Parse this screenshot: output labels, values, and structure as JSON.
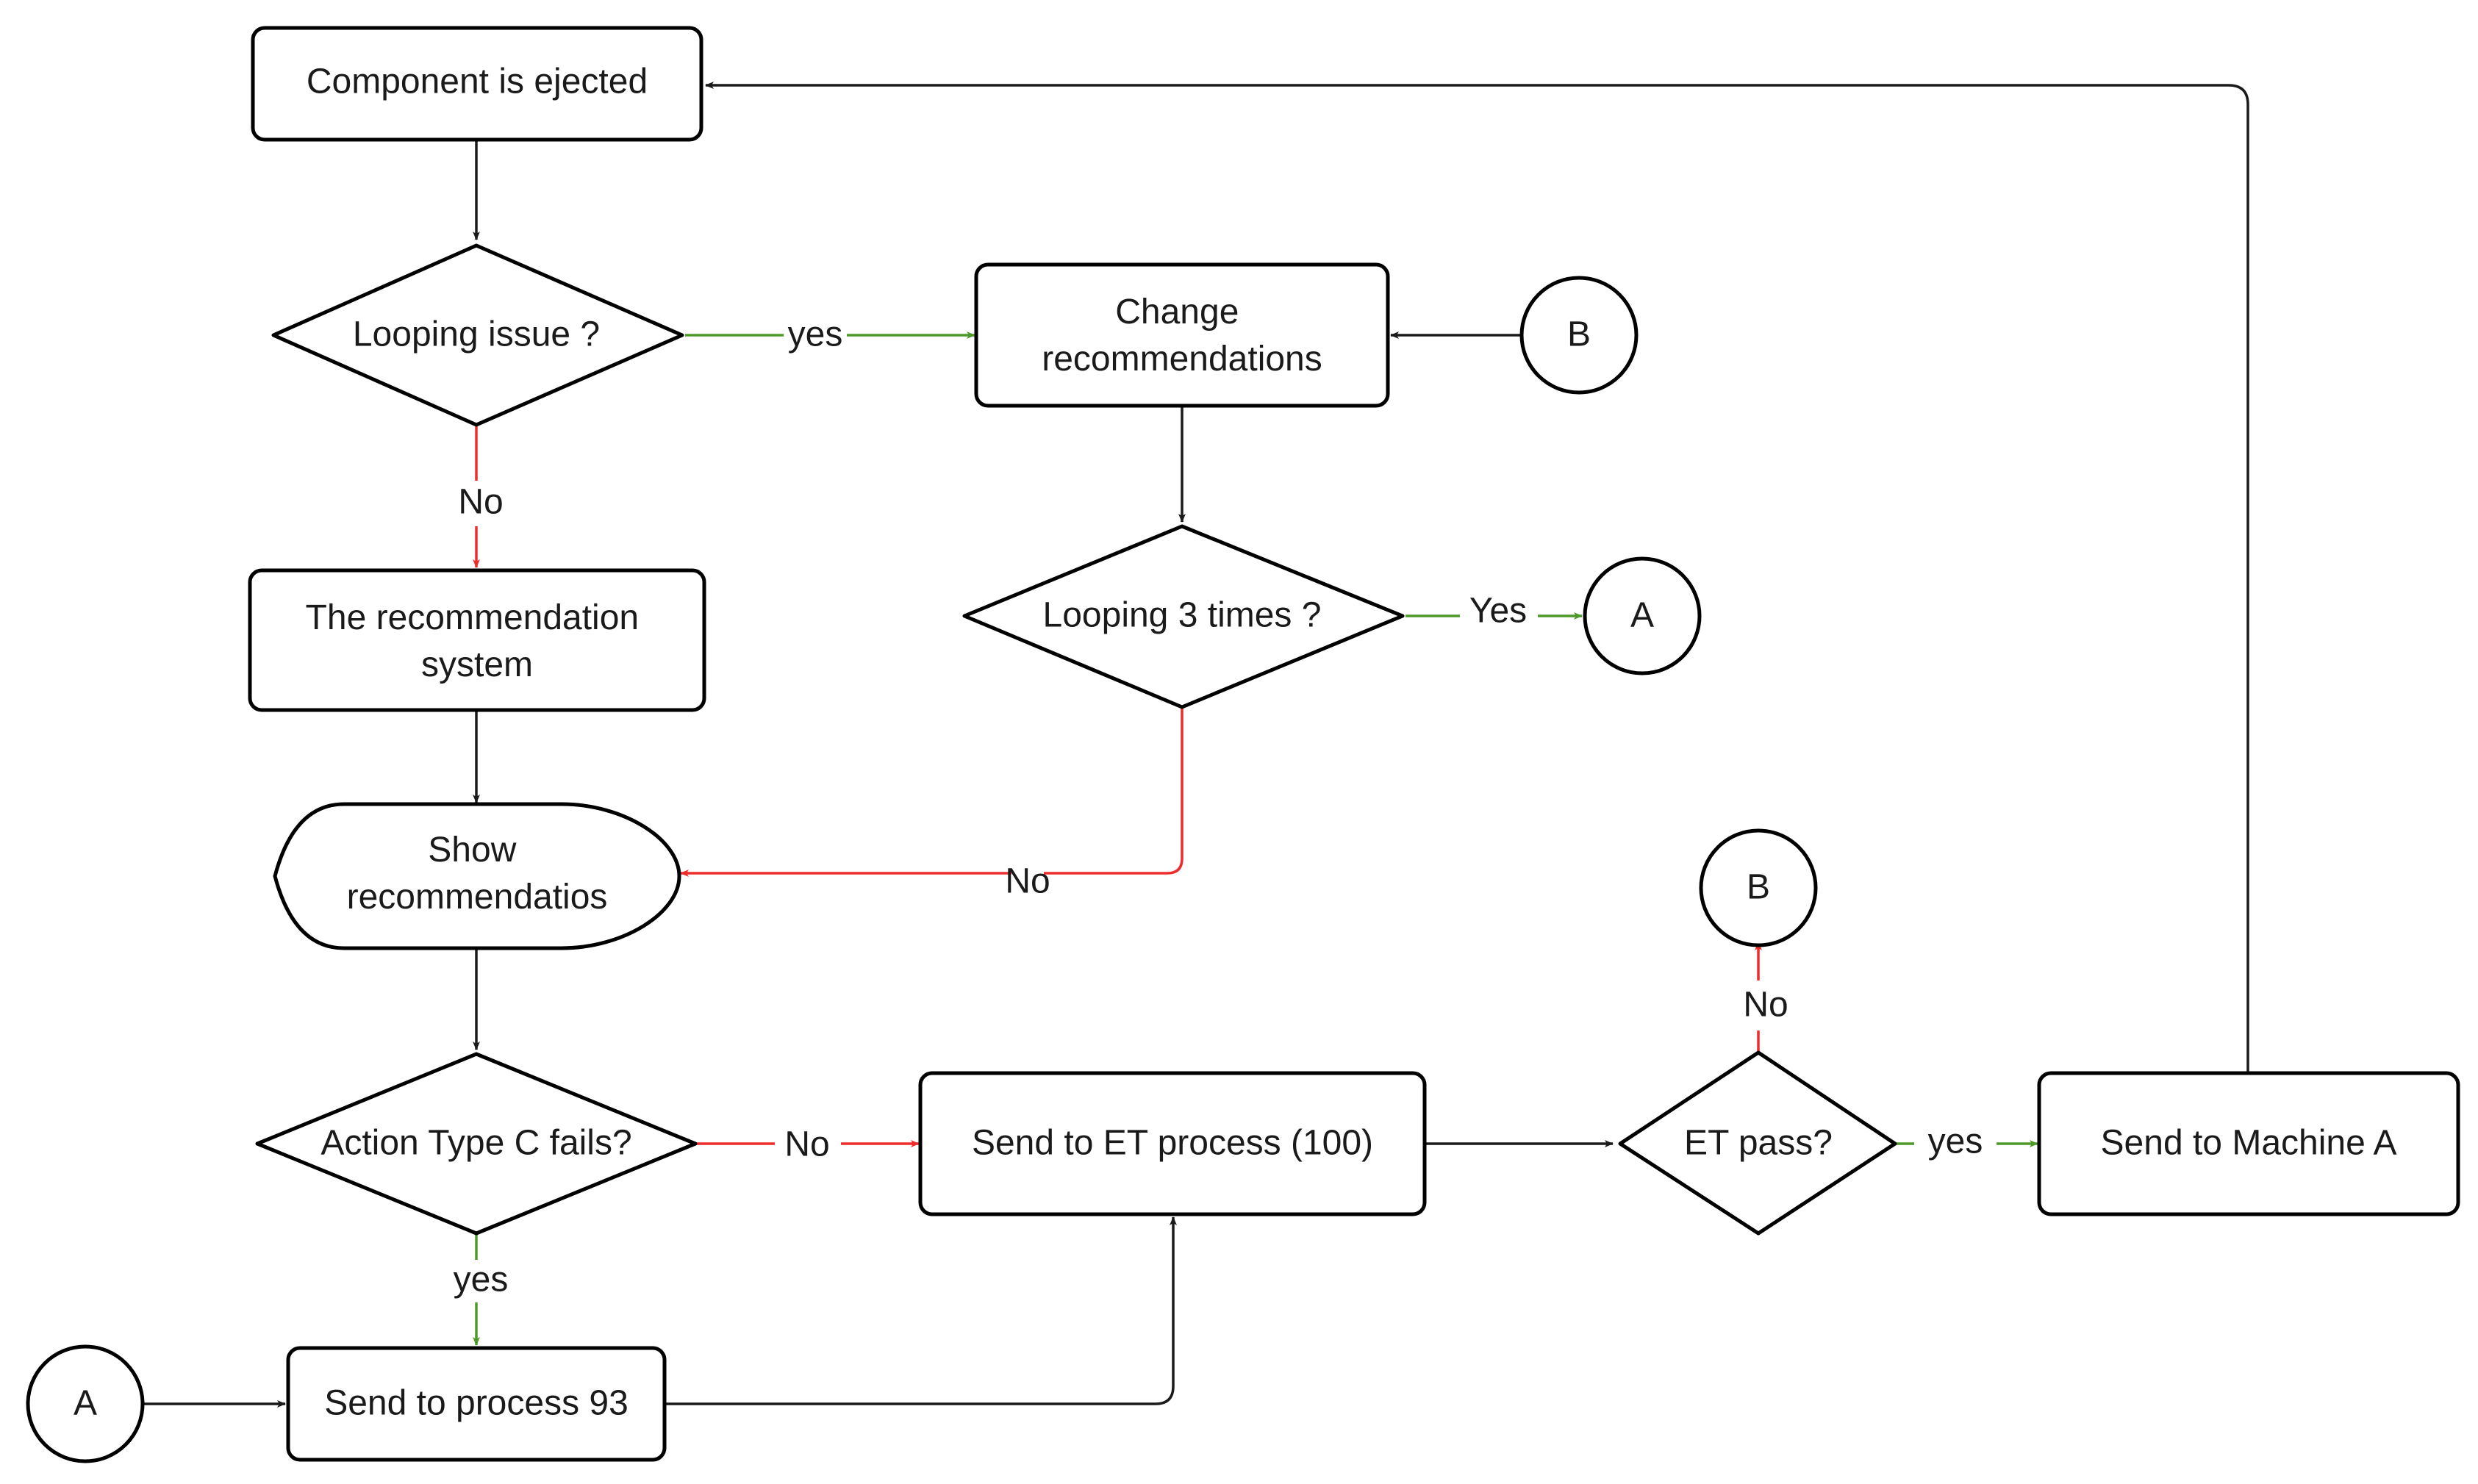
{
  "colors": {
    "default": "#1a1a1a",
    "yes": "#4d9a2a",
    "no": "#ee2c2c"
  },
  "nodes": {
    "ejected": "Component is ejected",
    "looping_issue": "Looping issue ?",
    "change_rec": [
      "Change",
      "recommendations"
    ],
    "connector_b_top": "B",
    "rec_system": [
      "The recommendation",
      "system"
    ],
    "looping_3": "Looping 3 times ?",
    "connector_a_right": "A",
    "show_rec": [
      "Show",
      "recommendatios"
    ],
    "connector_b_mid": "B",
    "action_c": "Action Type C fails?",
    "send_et": "Send to ET process (100)",
    "et_pass": "ET pass?",
    "send_machine": "Send to Machine A",
    "connector_a_left": "A",
    "send_93": "Send to process 93"
  },
  "edges": {
    "looping_yes": "yes",
    "looping_no": "No",
    "loop3_yes": "Yes",
    "loop3_no": "No",
    "et_no": "No",
    "action_no": "No",
    "et_yes": "yes",
    "action_yes": "yes"
  }
}
